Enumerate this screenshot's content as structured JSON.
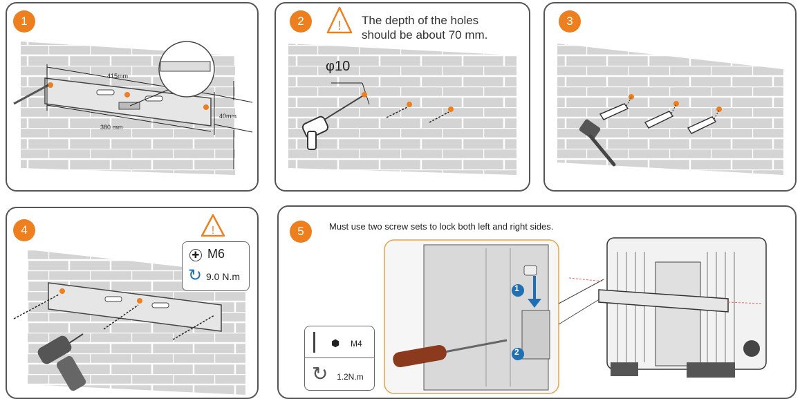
{
  "steps": [
    {
      "number": "1",
      "dims": {
        "top": "415mm",
        "bottom": "380 mm",
        "side": "40mm"
      }
    },
    {
      "number": "2",
      "warning": "The depth of the holes\nshould be about 70 mm.",
      "hole_diameter": "φ10"
    },
    {
      "number": "3"
    },
    {
      "number": "4",
      "screw": "M6",
      "torque": "9.0 N.m"
    },
    {
      "number": "5",
      "instruction": "Must use two screw sets to lock both left and right sides.",
      "screw": "M4",
      "torque": "1.2N.m",
      "markers": [
        "1",
        "2"
      ]
    }
  ],
  "colors": {
    "accent": "#ee7f1f",
    "brick": "#d4d4d4",
    "blue": "#1f6fb5"
  }
}
